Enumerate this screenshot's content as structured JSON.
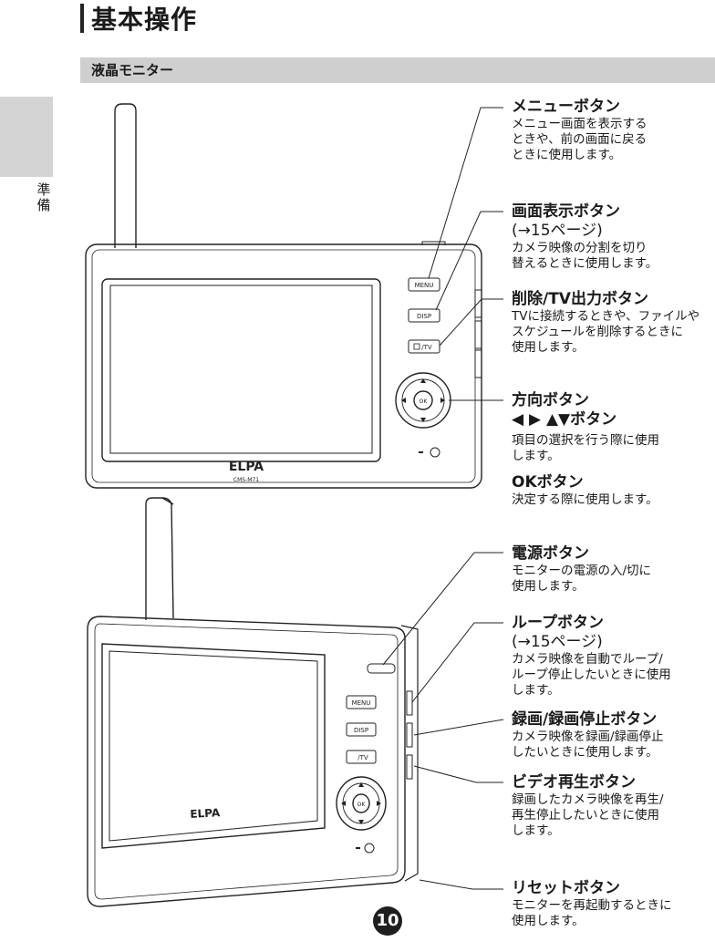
{
  "page_title": "基本操作",
  "section_title": "液晶モニター",
  "side_tab_label": "準備",
  "page_number": "10",
  "device": {
    "brand": "ELPA",
    "model": "CMS-M71",
    "btn_menu": "MENU",
    "btn_disp": "DISP",
    "btn_tv": "/TV",
    "btn_ok": "OK"
  },
  "callouts": {
    "menu": {
      "title": "メニューボタン",
      "desc": [
        "メニュー画面を表示する",
        "ときや、前の画面に戻る",
        "ときに使用します。"
      ]
    },
    "disp": {
      "title": "画面表示ボタン",
      "sub": "(→15ページ)",
      "desc": [
        "カメラ映像の分割を切り",
        "替えるときに使用します。"
      ]
    },
    "delete_tv": {
      "title": "削除/TV出力ボタン",
      "desc": [
        "TVに接続するときや、ファイルや",
        "スケジュールを削除するときに",
        "使用します。"
      ]
    },
    "direction": {
      "title": "方向ボタン",
      "arrows": "◀ ▶ ▲▼ボタン",
      "desc": [
        "項目の選択を行う際に使用",
        "します。"
      ]
    },
    "ok": {
      "title": "OKボタン",
      "desc": [
        "決定する際に使用します。"
      ]
    },
    "power": {
      "title": "電源ボタン",
      "desc": [
        "モニターの電源の入/切に",
        "使用します。"
      ]
    },
    "loop": {
      "title": "ループボタン",
      "sub": "(→15ページ)",
      "desc": [
        "カメラ映像を自動でループ/",
        "ループ停止したいときに使用",
        "します。"
      ]
    },
    "record": {
      "title": "録画/録画停止ボタン",
      "desc": [
        "カメラ映像を録画/録画停止",
        "したいときに使用します。"
      ]
    },
    "video": {
      "title": "ビデオ再生ボタン",
      "desc": [
        "録画したカメラ映像を再生/",
        "再生停止したいときに使用",
        "します。"
      ]
    },
    "reset": {
      "title": "リセットボタン",
      "desc": [
        "モニターを再起動するときに",
        "使用します。"
      ]
    }
  }
}
